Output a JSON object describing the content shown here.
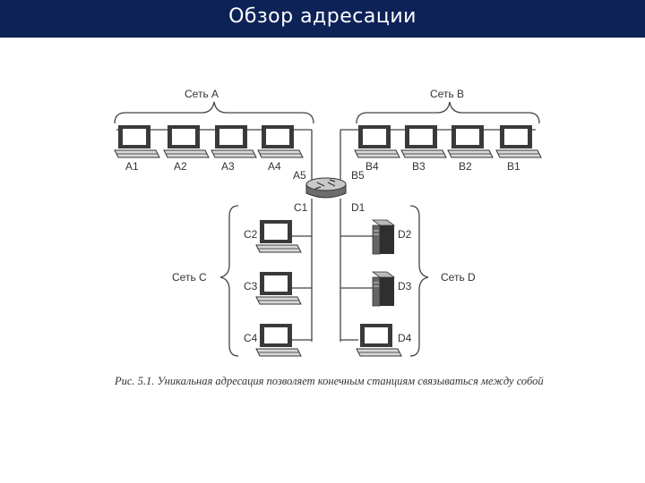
{
  "slide": {
    "title": "Обзор адресации"
  },
  "diagram": {
    "networks": {
      "a": "Сеть А",
      "b": "Сеть В",
      "c": "Сеть С",
      "d": "Сеть D"
    },
    "router_ports": {
      "a5": "A5",
      "b5": "B5",
      "c1": "C1",
      "d1": "D1"
    },
    "hosts_a": [
      "A1",
      "A2",
      "A3",
      "A4"
    ],
    "hosts_b": [
      "B4",
      "B3",
      "B2",
      "B1"
    ],
    "hosts_c": [
      "C2",
      "C3",
      "C4"
    ],
    "hosts_d": [
      "D2",
      "D3",
      "D4"
    ],
    "colors": {
      "title_bar": "#0d2257",
      "line": "#444444",
      "device_dark": "#3a3a3a",
      "device_light": "#e6e6e6"
    }
  },
  "caption": {
    "text": "Рис. 5.1. Уникальная адресация позволяет конечным станциям связываться между собой"
  }
}
